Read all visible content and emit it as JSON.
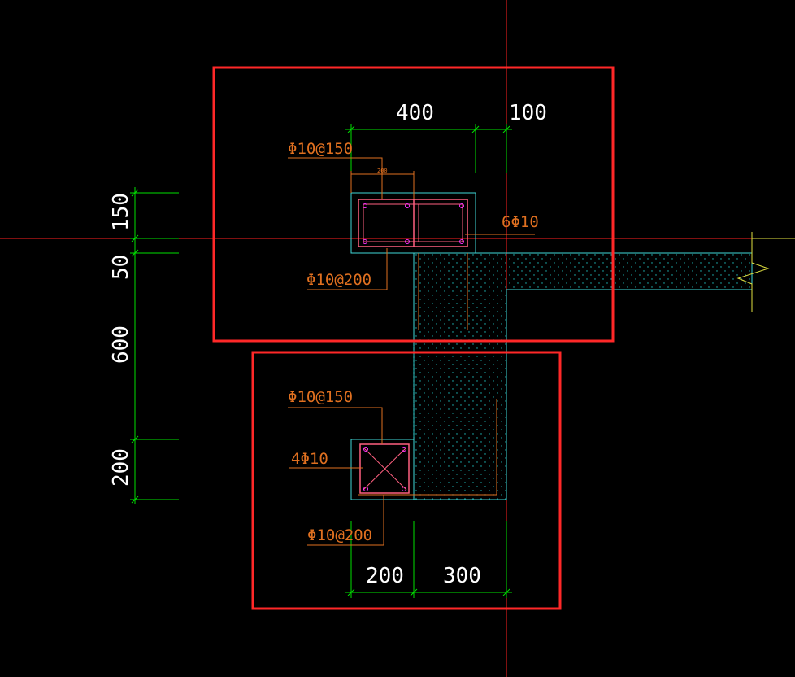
{
  "dimensions": {
    "top_width": "400",
    "top_offset": "100",
    "left_150": "150",
    "left_50": "50",
    "left_600": "600",
    "left_200": "200",
    "bottom_200": "200",
    "bottom_300": "300",
    "small_200": "200"
  },
  "annotations": {
    "upper_stirrup": "Φ10@150",
    "upper_main_bars": "6Φ10",
    "upper_tie": "Φ10@200",
    "lower_stirrup": "Φ10@150",
    "lower_main_bars": "4Φ10",
    "lower_tie": "Φ10@200"
  },
  "colors": {
    "background": "#000000",
    "axis": "#ff2020",
    "highlight_box": "#ff2828",
    "dimension": "#00e000",
    "concrete_outline": "#40d8d8",
    "rebar": "#ff3060",
    "stirrup": "#ff6080",
    "leader": "#e07020",
    "hatch": "#20c0c0",
    "break_line": "#e0e040",
    "text": "#ffffff"
  }
}
